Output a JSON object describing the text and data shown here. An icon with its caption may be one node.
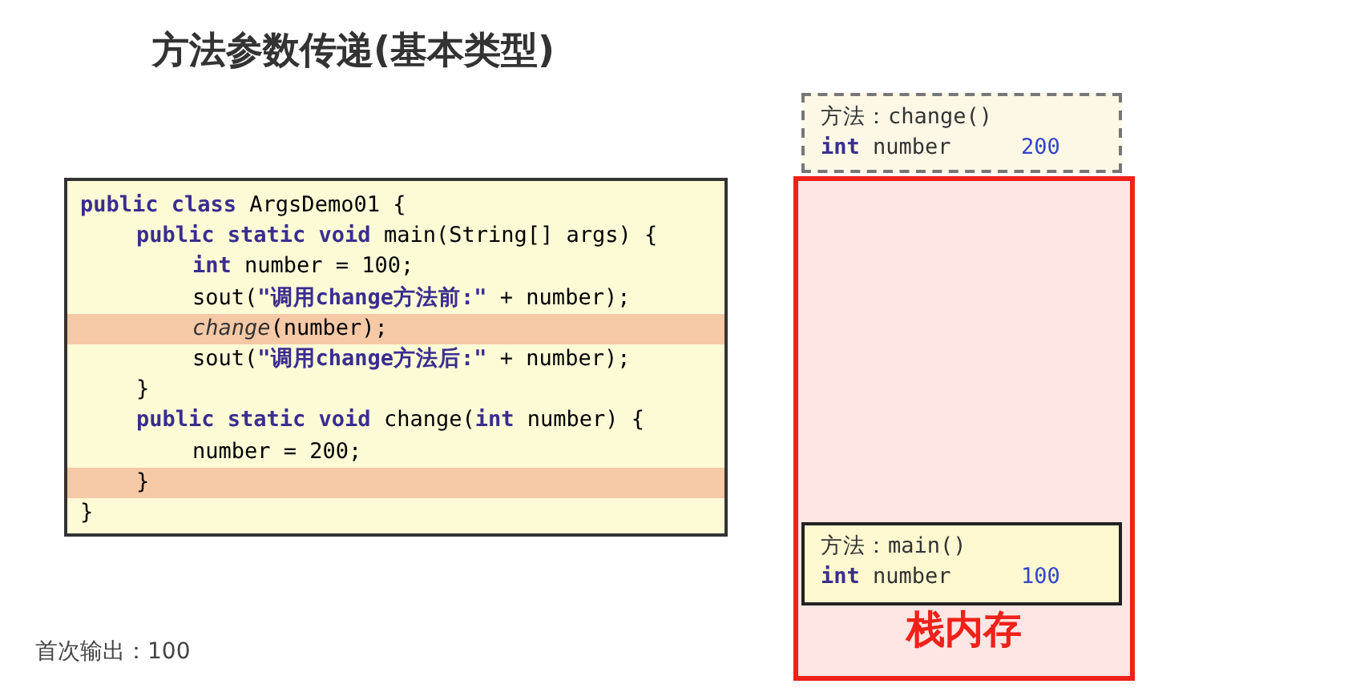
{
  "diagram": {
    "title": "方法参数传递(基本类型)",
    "nodes": [
      {
        "text": [
          "**public class** ArgsDemo01 {",
          "**public static void** main(String[] args) {",
          "**int** number = 100;",
          "sout(**\"调用change方法前:\"** + number);",
          "*change*(number);",
          "sout(**\"调用change方法后:\"** + number);",
          "}",
          "**public static void** change(**int** number) {",
          "number = 200;",
          "}",
          "}"
        ]
      },
      {
        "text": [
          "方法：change()",
          "**int** number",
          "200"
        ]
      },
      {
        "text": [
          "栈内存"
        ]
      },
      {
        "text": [
          "方法：main()",
          "**int** number",
          "100"
        ],
        "in": 2
      }
    ],
    "labels": [
      "首次输出：100"
    ]
  }
}
